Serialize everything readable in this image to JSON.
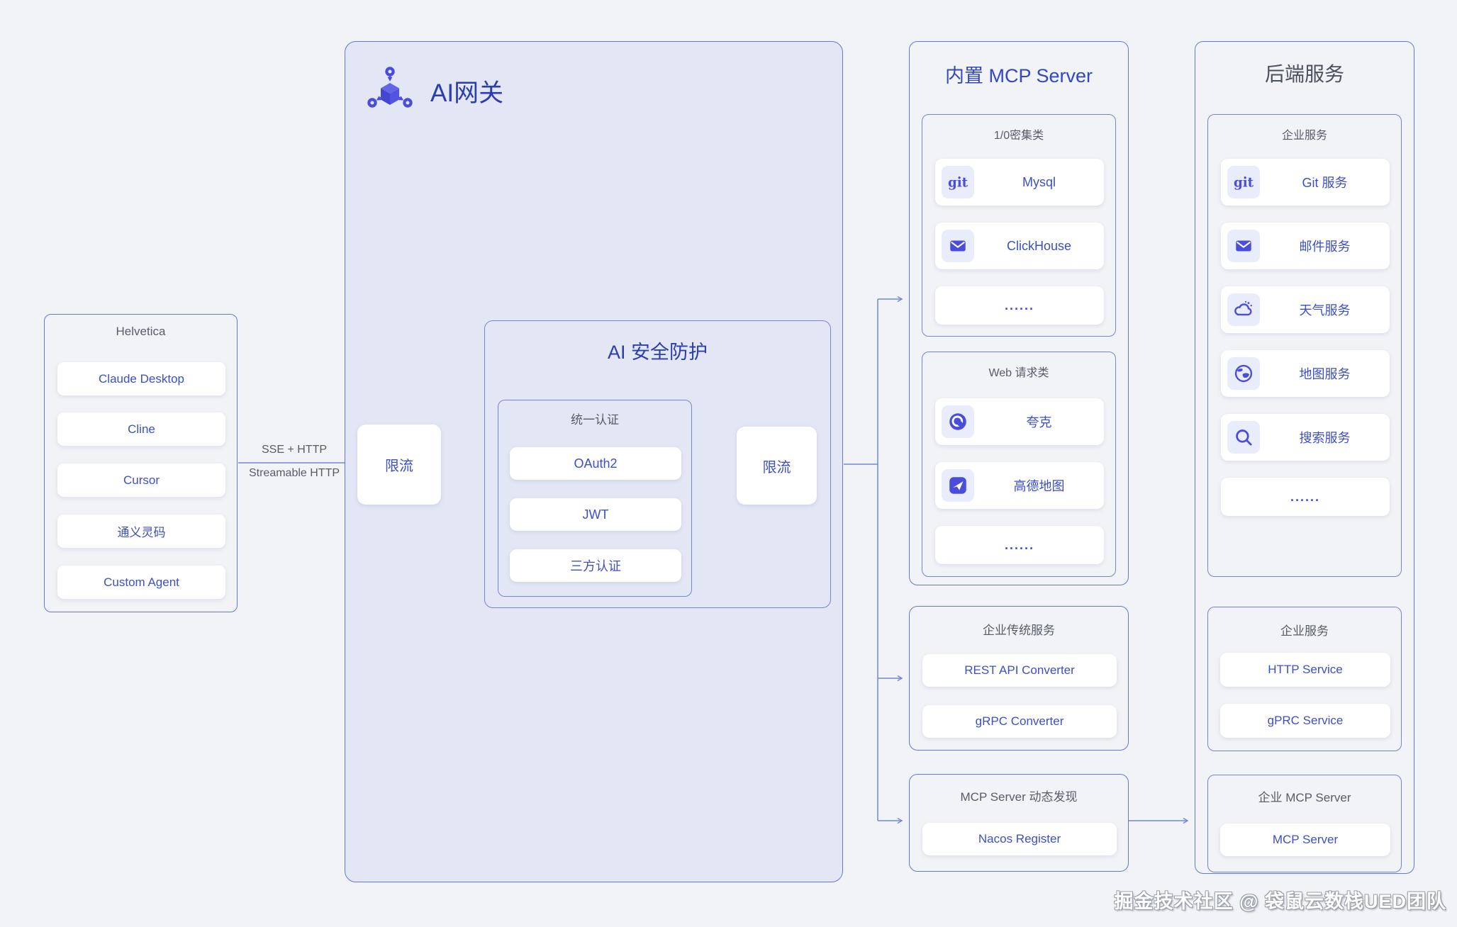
{
  "clients": {
    "title": "Helvetica",
    "items": [
      "Claude Desktop",
      "Cline",
      "Cursor",
      "通义灵码",
      "Custom Agent"
    ]
  },
  "link": {
    "label_top": "SSE + HTTP",
    "label_bottom": "Streamable HTTP"
  },
  "gateway": {
    "title": "AI网关",
    "limiter_in": "限流",
    "limiter_out": "限流",
    "security": {
      "title": "AI 安全防护",
      "auth": {
        "title": "统一认证",
        "items": [
          "OAuth2",
          "JWT",
          "三方认证"
        ]
      }
    }
  },
  "builtin": {
    "title": "内置 MCP Server",
    "groups": [
      {
        "title": "1/0密集类",
        "items": [
          {
            "icon": "git-icon",
            "label": "Mysql"
          },
          {
            "icon": "mail-icon",
            "label": "ClickHouse"
          },
          {
            "icon": "",
            "label": "......"
          }
        ]
      },
      {
        "title": "Web 请求类",
        "items": [
          {
            "icon": "quark-icon",
            "label": "夸克"
          },
          {
            "icon": "amap-icon",
            "label": "高德地图"
          },
          {
            "icon": "",
            "label": "......"
          }
        ]
      }
    ]
  },
  "legacy": {
    "title": "企业传统服务",
    "items": [
      "REST API Converter",
      "gRPC Converter"
    ]
  },
  "discovery": {
    "title": "MCP Server 动态发现",
    "items": [
      "Nacos Register"
    ]
  },
  "backend": {
    "title": "后端服务",
    "groups": [
      {
        "title": "企业服务",
        "items": [
          {
            "icon": "git-icon",
            "label": "Git 服务"
          },
          {
            "icon": "mail-icon",
            "label": "邮件服务"
          },
          {
            "icon": "weather-icon",
            "label": "天气服务"
          },
          {
            "icon": "globe-icon",
            "label": "地图服务"
          },
          {
            "icon": "search-icon",
            "label": "搜索服务"
          },
          {
            "icon": "",
            "label": "......"
          }
        ]
      },
      {
        "title": "企业服务",
        "items": [
          "HTTP Service",
          "gPRC Service"
        ]
      },
      {
        "title": "企业 MCP Server",
        "items": [
          "MCP Server"
        ]
      }
    ]
  },
  "watermark": "掘金技术社区 @ 袋鼠云数栈UED团队",
  "colors": {
    "page_bg": "#f2f3f7",
    "gateway_bg": "#e3e7f5",
    "border_blue": "#6379ce",
    "accent_indigo": "#4a4ddb",
    "text_blue": "#3c4fc5",
    "heading_blue": "#2c3db0",
    "heading_gray": "#4a505c",
    "label_gray": "#575c68",
    "connector": "#7388d6"
  }
}
